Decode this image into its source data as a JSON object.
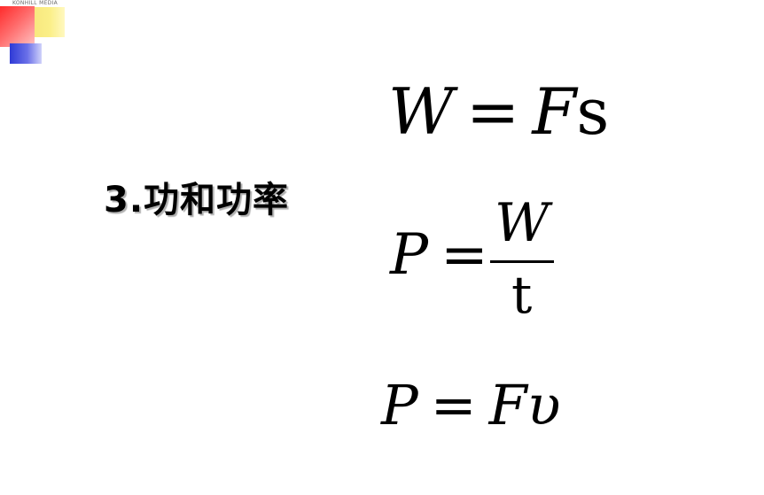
{
  "logo": {
    "text": "KONHILL MEDIA"
  },
  "slide": {
    "title": "3.功和功率",
    "formulas": {
      "work": {
        "lhs": "W",
        "eq": "=",
        "rhs_var1": "F",
        "rhs_var2": "s"
      },
      "power_def": {
        "lhs": "P",
        "eq": "=",
        "numerator": "W",
        "denominator": "t"
      },
      "power_velocity": {
        "lhs": "P",
        "eq": "=",
        "rhs_var1": "F",
        "rhs_var2": "υ"
      }
    }
  },
  "colors": {
    "background": "#ffffff",
    "text": "#000000",
    "logo_red": "#ff2b2b",
    "logo_yellow": "#f6e57a",
    "logo_blue": "#2f3ad6"
  }
}
